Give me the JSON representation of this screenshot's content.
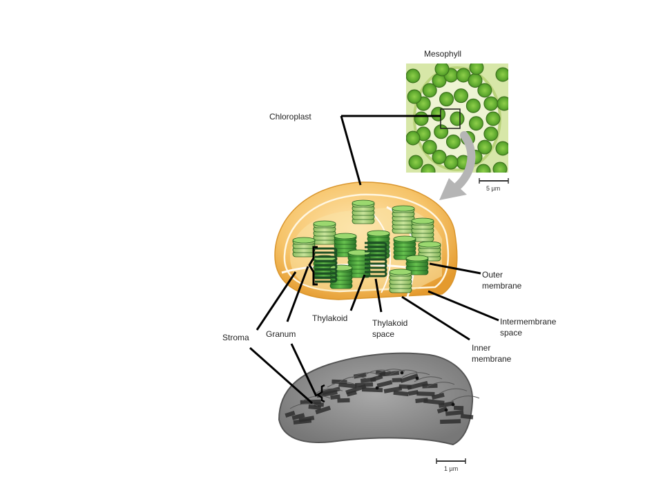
{
  "labels": {
    "mesophyll": "Mesophyll",
    "chloroplast": "Chloroplast",
    "outer_membrane_l1": "Outer",
    "outer_membrane_l2": "membrane",
    "intermembrane_l1": "Intermembrane",
    "intermembrane_l2": "space",
    "inner_membrane_l1": "Inner",
    "inner_membrane_l2": "membrane",
    "thylakoid": "Thylakoid",
    "thylakoid_space_l1": "Thylakoid",
    "thylakoid_space_l2": "space",
    "granum": "Granum",
    "stroma": "Stroma"
  },
  "scale_bars": {
    "light_micrograph": "5 µm",
    "electron_micrograph": "1 µm"
  },
  "colors": {
    "leader_line": "#000000",
    "envelope_orange": "#f2b450",
    "thylakoid_green": "#3f9f3a",
    "arrow_gray": "#b5b5b5"
  }
}
